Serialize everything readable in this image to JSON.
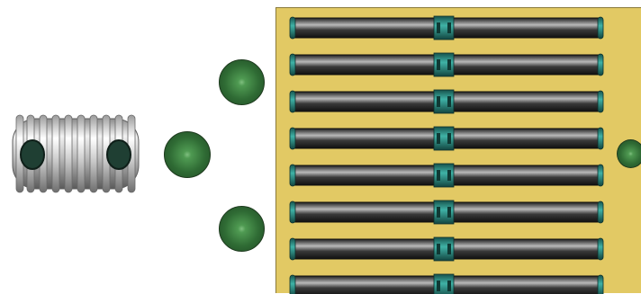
{
  "scene": {
    "colors": {
      "field": "#e2c964",
      "pipe_dark": "#1e1e1e",
      "pipe_light": "#b9b9b9",
      "cap": "#2f8f86",
      "ball": "#2f6b34",
      "tank_body": "#c9c9c9"
    },
    "pipe_rows": 8,
    "inlet_balls": 3,
    "outlet_balls": 1,
    "tank": {
      "icon": "corrugated-tank-icon",
      "ports": 2
    }
  }
}
